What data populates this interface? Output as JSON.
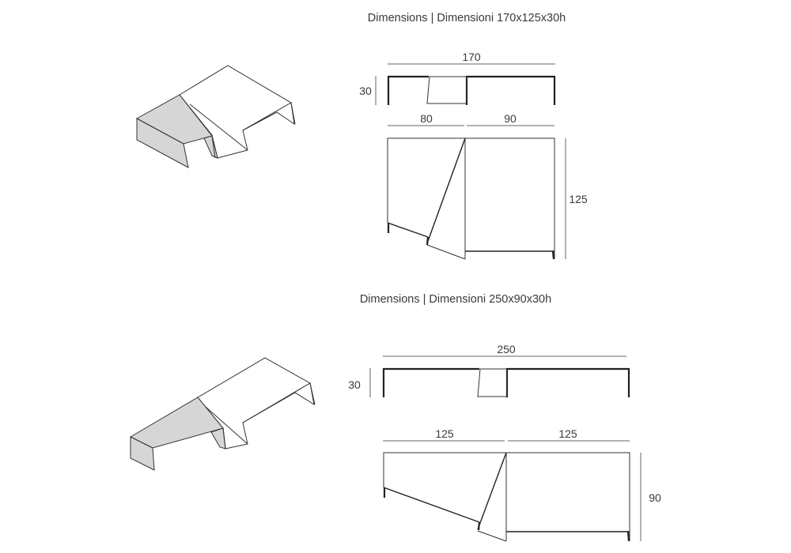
{
  "sections": [
    {
      "title": "Dimensions | Dimensioni 170x125x30h",
      "total_width": "170",
      "height": "30",
      "left_width": "80",
      "right_width": "90",
      "depth": "125"
    },
    {
      "title": "Dimensions | Dimensioni 250x90x30h",
      "total_width": "250",
      "height": "30",
      "left_width": "125",
      "right_width": "125",
      "depth": "90"
    }
  ],
  "colors": {
    "line": "#333333",
    "shade": "#d6d6d6",
    "text": "#3a3a3a"
  }
}
